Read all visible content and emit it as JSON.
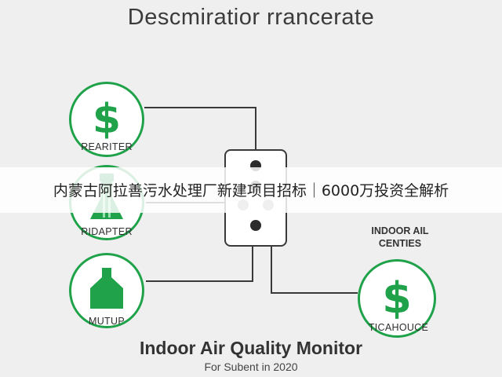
{
  "header": {
    "title": "Descmiratior rrancerate"
  },
  "nodes": {
    "top_left": {
      "symbol": "$",
      "label": "REARITER"
    },
    "mid_left": {
      "label": "RIDAPTER"
    },
    "bottom_left": {
      "label": "MUTUP"
    },
    "right": {
      "symbol": "$",
      "label": "TICAHOUCE"
    }
  },
  "side_label": {
    "line1": "INDOOR AIL",
    "line2": "CENTIES"
  },
  "banner": {
    "text": "内蒙古阿拉善污水处理厂新建项目招标｜6000万投资全解析"
  },
  "footer": {
    "title": "Indoor Air Quality Monitor",
    "subtitle": "For Subent in 2020"
  },
  "colors": {
    "accent": "#1fa24a",
    "wire": "#3a3a3a",
    "background": "#efefef"
  },
  "icons": [
    "dollar-icon",
    "flask-icon",
    "bottle-icon",
    "dollar-icon"
  ]
}
